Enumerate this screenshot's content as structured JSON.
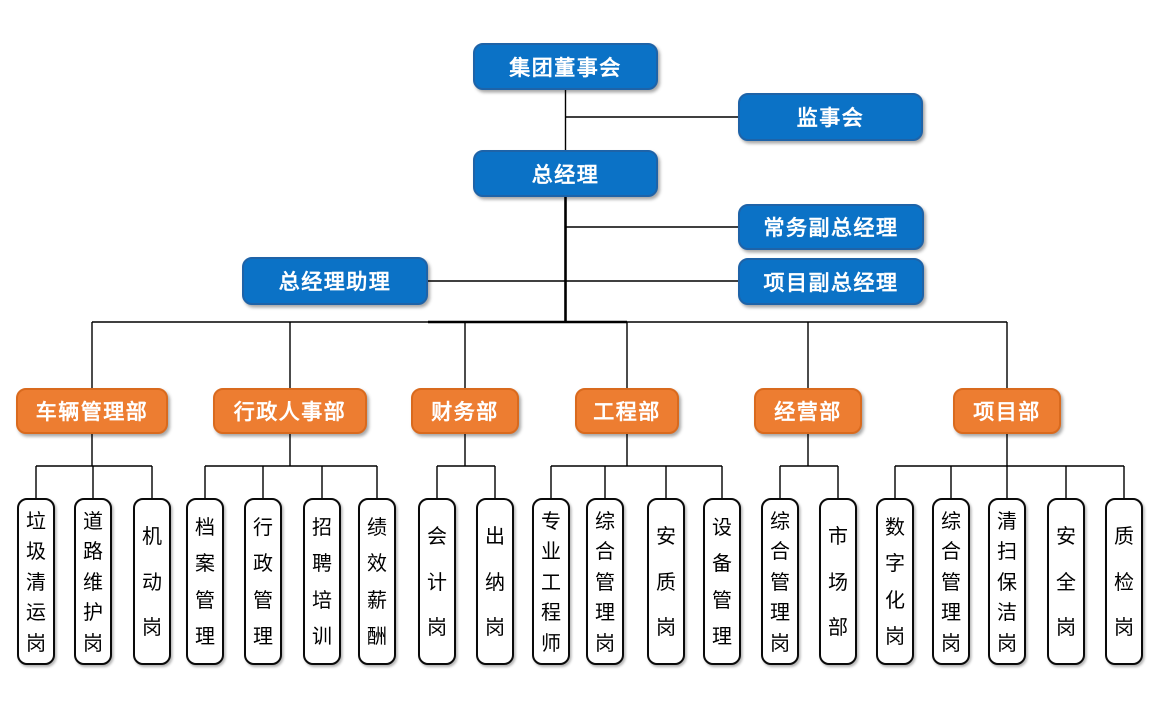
{
  "colors": {
    "background": "#FFFFFF",
    "executive_fill": "#0B72C6",
    "executive_border": "#1E63A8",
    "executive_text": "#FFFFFF",
    "department_fill": "#ED7D31",
    "department_border": "#D96A1E",
    "department_text": "#FFFFFF",
    "post_fill": "#FFFFFF",
    "post_border": "#0A0A0A",
    "post_text": "#000000",
    "connector": "#000000"
  },
  "nodes": {
    "board": {
      "label": "集团董事会"
    },
    "supervisory": {
      "label": "监事会"
    },
    "gm": {
      "label": "总经理"
    },
    "exec_deputy_gm": {
      "label": "常务副总经理"
    },
    "gm_assistant": {
      "label": "总经理助理"
    },
    "project_deputy_gm": {
      "label": "项目副总经理"
    }
  },
  "departments": [
    {
      "label": "车辆管理部",
      "posts": [
        "垃圾清运岗",
        "道路维护岗",
        "机动岗"
      ]
    },
    {
      "label": "行政人事部",
      "posts": [
        "档案管理",
        "行政管理",
        "招聘培训",
        "绩效薪酬"
      ]
    },
    {
      "label": "财务部",
      "posts": [
        "会计岗",
        "出纳岗"
      ]
    },
    {
      "label": "工程部",
      "posts": [
        "专业工程师",
        "综合管理岗",
        "安质岗",
        "设备管理"
      ]
    },
    {
      "label": "经营部",
      "posts": [
        "综合管理岗",
        "市场部"
      ]
    },
    {
      "label": "项目部",
      "posts": [
        "数字化岗",
        "综合管理岗",
        "清扫保洁岗",
        "安全岗",
        "质检岗"
      ]
    }
  ]
}
